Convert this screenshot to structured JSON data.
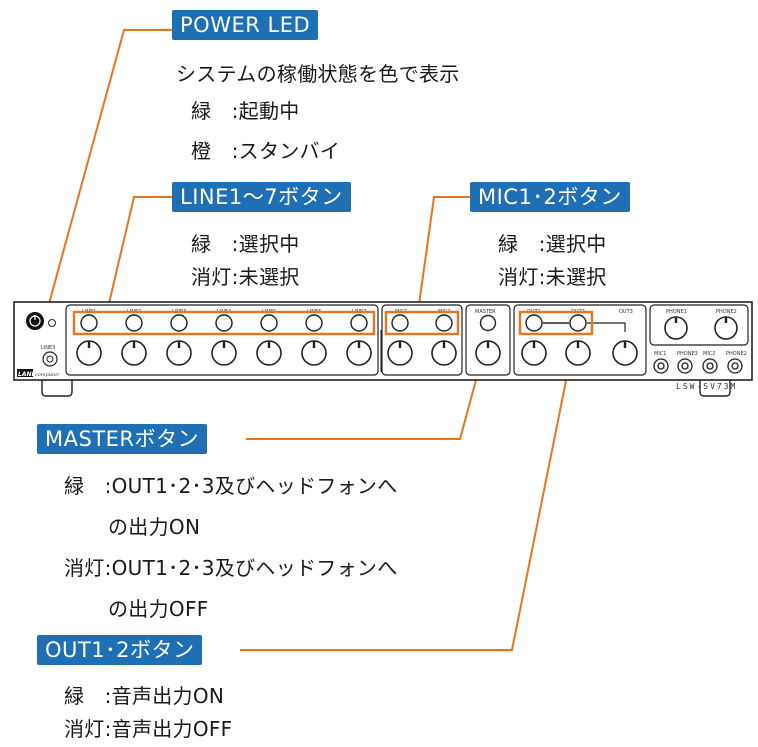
{
  "power_led": {
    "tag": "POWER LED",
    "desc": "システムの稼働状態を色で表示",
    "green": "緑　:起動中",
    "orange": "橙　:スタンバイ"
  },
  "line_buttons": {
    "tag": "LINE1～7ボタン",
    "green": "緑　:選択中",
    "off": "消灯:未選択"
  },
  "mic_buttons": {
    "tag": "MIC1･2ボタン",
    "green": "緑　:選択中",
    "off": "消灯:未選択"
  },
  "device": {
    "line_labels": [
      "LINE1",
      "LINE2",
      "LINE3",
      "LINE4",
      "LINE5",
      "LINE6",
      "LINE7"
    ],
    "mic_labels": [
      "MIC1",
      "MIC2"
    ],
    "master_label": "MASTER",
    "out_labels": [
      "OUT1",
      "OUT2",
      "OUT3"
    ],
    "phone_top_labels": [
      "PHONE1",
      "PHONE2"
    ],
    "bottom_jack_labels": [
      "MIC1",
      "PHONE3",
      "MIC2",
      "PHONE2"
    ],
    "line3_jack_label": "LINE3",
    "brand": "LAND",
    "brand_sub": "computer",
    "model": "LSW-SV73M"
  },
  "master_button": {
    "tag": "MASTERボタン",
    "green_1": "緑　:OUT1･2･3及びヘッドフォンへ",
    "green_2": "の出力ON",
    "off_1": "消灯:OUT1･2･3及びヘッドフォンへ",
    "off_2": "の出力OFF"
  },
  "out_buttons": {
    "tag": "OUT1･2ボタン",
    "green": "緑　:音声出力ON",
    "off": "消灯:音声出力OFF"
  },
  "colors": {
    "tag_bg": "#1f6fb5",
    "callout_line": "#e8741e",
    "highlight_box": "#e8741e"
  }
}
